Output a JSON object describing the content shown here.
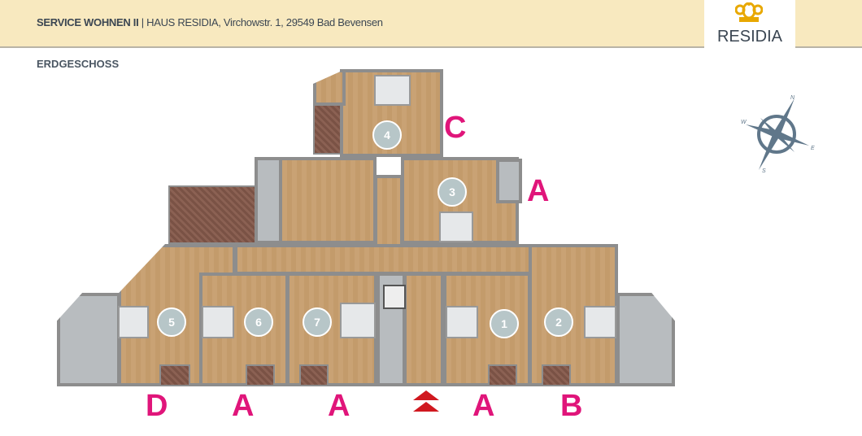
{
  "header": {
    "title_bold": "SERVICE WOHNEN II",
    "separator": " | ",
    "house": "HAUS RESIDIA,",
    "address": " Virchowstr. 1, 29549 Bad Bevensen"
  },
  "logo": {
    "name": "RESIDIA"
  },
  "floor_label": "ERDGESCHOSS",
  "units": [
    "1",
    "2",
    "3",
    "4",
    "5",
    "6",
    "7"
  ],
  "unit_types": {
    "u4": "C",
    "u3": "A",
    "u5": "D",
    "u6": "A",
    "u7": "A",
    "u1": "A",
    "u2": "B"
  },
  "compass": {
    "n": "N",
    "w": "W",
    "e": "E",
    "s": "S"
  },
  "colors": {
    "header_bg": "#f8e9bf",
    "accent": "#e0157a",
    "text": "#3b4652",
    "logo_gold": "#e8a800"
  }
}
